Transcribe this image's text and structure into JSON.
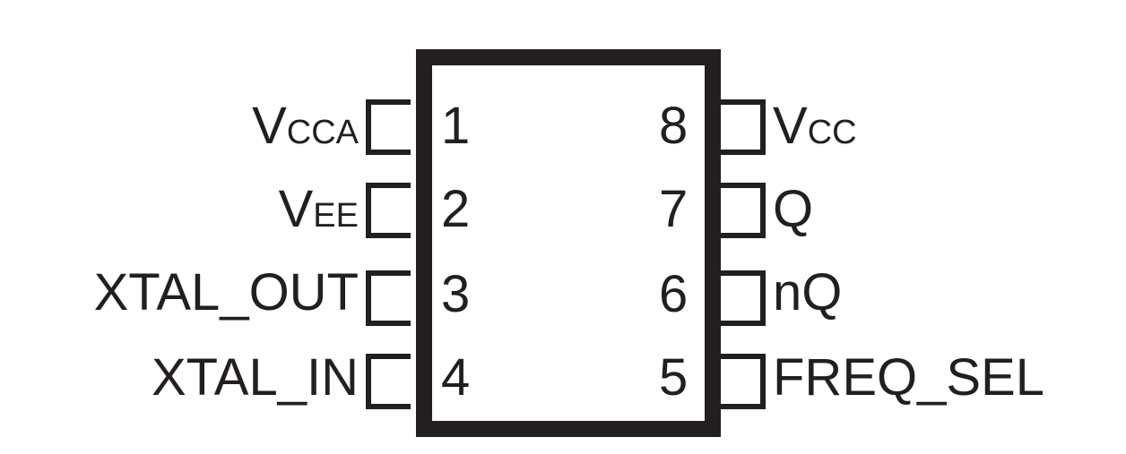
{
  "diagram": {
    "type": "ic-pinout",
    "package": "8-pin",
    "colors": {
      "outline": "#231f20",
      "background": "#ffffff"
    },
    "left_pins": [
      {
        "number": "1",
        "name_main": "V",
        "name_sub": "CCA"
      },
      {
        "number": "2",
        "name_main": "V",
        "name_sub": "EE"
      },
      {
        "number": "3",
        "name_main": "XTAL_OUT",
        "name_sub": ""
      },
      {
        "number": "4",
        "name_main": "XTAL_IN",
        "name_sub": ""
      }
    ],
    "right_pins": [
      {
        "number": "8",
        "name_main": "V",
        "name_sub": "CC"
      },
      {
        "number": "7",
        "name_main": "Q",
        "name_sub": ""
      },
      {
        "number": "6",
        "name_main": "nQ",
        "name_sub": ""
      },
      {
        "number": "5",
        "name_main": "FREQ_SEL",
        "name_sub": ""
      }
    ]
  }
}
